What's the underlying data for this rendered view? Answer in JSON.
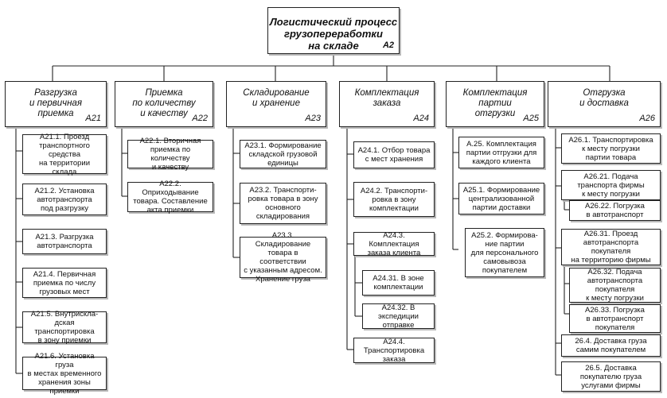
{
  "root": {
    "title": "Логистический процесс\nгрузопереработки\nна складе",
    "code": "A2"
  },
  "columns": [
    {
      "title": "Разгрузка\nи первичная\nприемка",
      "code": "A21",
      "items": [
        "А21.1. Проезд\nтранспортного средства\nна территории\nсклада",
        "А21.2. Установка\nавтотранспорта\nпод разгрузку",
        "А21.3. Разгрузка\nавтотранспорта",
        "А21.4. Первичная\nприемка по числу\nгрузовых мест",
        "А21.5. Внутрискла-\nдская транспортировка\nв зону приемки",
        "А21.6. Установка груза\nв местах временного\nхранения зоны приемки"
      ]
    },
    {
      "title": "Приемка\nпо количеству\nи качеству",
      "code": "A22",
      "items": [
        "А22.1. Вторичная\nприемка по количеству\nи качеству",
        "А22.2. Оприходывание\nтовара. Составление\nакта приемки"
      ]
    },
    {
      "title": "Складирование\nи хранение",
      "code": "A23",
      "items": [
        "А23.1. Формирование\nскладской грузовой\nединицы",
        "А23.2. Транспорти-\nровка товара в зону\nосновного\nскладирования",
        "А23.3. Складирование\nтовара в соответствии\nс указанным адресом.\nХранение груза"
      ]
    },
    {
      "title": "Комплектация\nзаказа",
      "code": "A24",
      "items": [
        "А24.1. Отбор товара\nс мест хранения",
        "А24.2. Транспорти-\nровка в зону\nкомплектации",
        "А24.3. Комплектация\nзаказа клиента",
        "А24.31. В зоне\nкомплектации",
        "А24.32. В экспедиции\nотправке",
        "А24.4. Транспортировка\nзаказа"
      ]
    },
    {
      "title": "Комплектация\nпартии\nотгрузки",
      "code": "A25",
      "items": [
        "А.25. Комплектация\nпартии отгрузки для\nкаждого клиента",
        "А25.1. Формирование\nцентрализованной\nпартии доставки",
        "А25.2. Формирова-\nние партии\nдля персонального\nсамовывоза\nпокупателем"
      ]
    },
    {
      "title": "Отгрузка\nи доставка",
      "code": "A26",
      "items": [
        "А26.1. Транспортировка\nк месту погрузки\nпартии товара",
        "А26.21. Подача\nтранспорта фирмы\nк месту погрузки",
        "А26.22. Погрузка\nв автотранспорт",
        "А26.31. Проезд\nавтотранспорта\nпокупателя\nна территорию фирмы",
        "А26.32. Подача\nавтотранспорта\nпокупателя\nк месту погрузки",
        "А26.33. Погрузка\nв автотранспорт\nпокупателя",
        "26.4. Доставка груза\nсамим покупателем",
        "26.5. Доставка\nпокупателю груза\nуслугами фирмы"
      ]
    }
  ]
}
